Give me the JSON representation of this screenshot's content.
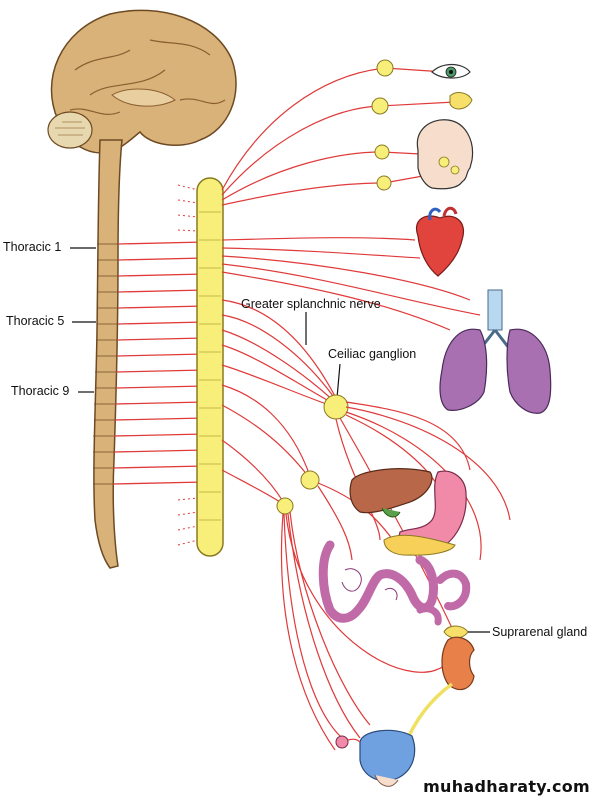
{
  "labels": {
    "thoracic_1": "Thoracic 1",
    "thoracic_5": "Thoracic 5",
    "thoracic_9": "Thoracic 9",
    "greater_splanchnic": "Greater splanchnic nerve",
    "ceiliac_ganglion": "Ceiliac ganglion",
    "suprarenal_gland": "Suprarenal gland"
  },
  "watermark": "muhadharaty.com",
  "colors": {
    "nerve": "#e03a3a",
    "chain": "#f7ef7a",
    "brain": "#d9b27a",
    "lung": "#a870b0",
    "heart": "#e0443c",
    "stomach": "#f08aa8",
    "liver": "#b86848",
    "intestine": "#c06aa8",
    "bladder": "#6fa0e0"
  }
}
